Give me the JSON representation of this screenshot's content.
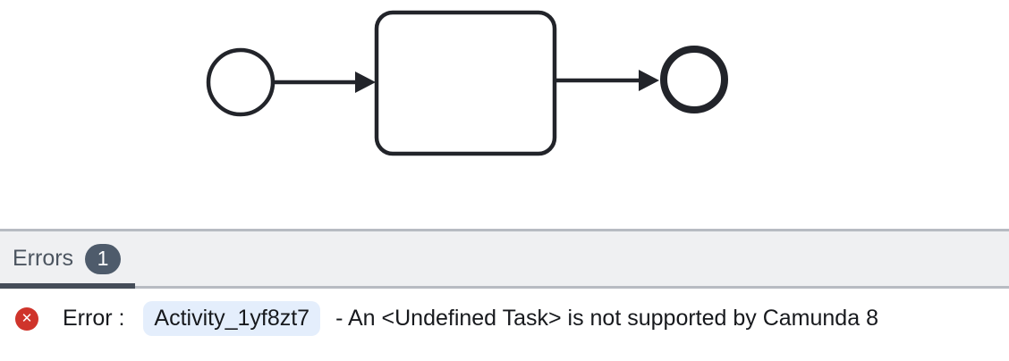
{
  "colors": {
    "canvas_background": "#ffffff",
    "diagram_stroke": "#22242a",
    "panel_background": "#eff0f2",
    "panel_border": "#b7bbc2",
    "tab_label": "#4c5560",
    "tab_badge_background": "#4e5b6b",
    "tab_badge_text": "#ffffff",
    "active_tab_indicator": "#454d59",
    "error_icon_red": "#cf342b",
    "element_id_highlight": "#e4eefc",
    "message_text": "#17191d"
  },
  "canvas": {
    "shapes": [
      {
        "name": "start-event"
      },
      {
        "name": "task"
      },
      {
        "name": "end-event"
      }
    ],
    "connections": [
      {
        "name": "sequence-flow-1"
      },
      {
        "name": "sequence-flow-2"
      }
    ]
  },
  "panel": {
    "tab": {
      "label": "Errors",
      "count": 1,
      "active": true
    }
  },
  "errors": [
    {
      "label": "Error : ",
      "element_id": "Activity_1yf8zt7",
      "message": "- An <Undefined Task> is not supported by Camunda 8"
    }
  ]
}
